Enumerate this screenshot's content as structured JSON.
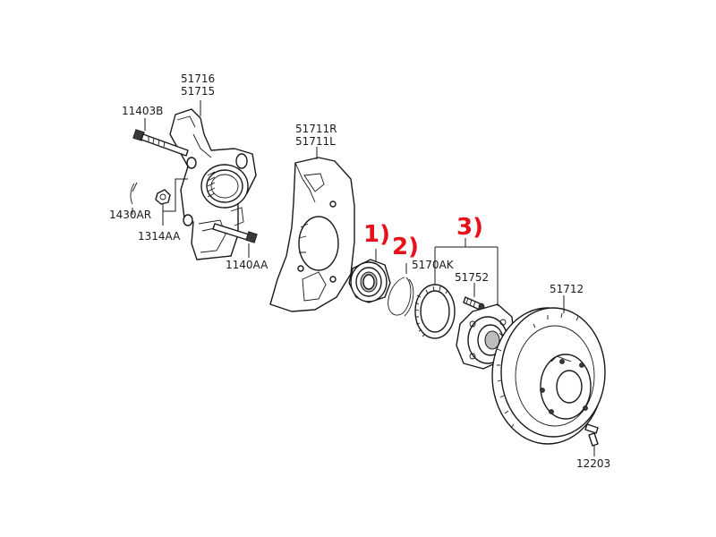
{
  "diagram": {
    "part_numbers": {
      "knuckle_a": "51716",
      "knuckle_b": "51715",
      "bolt_top": "11403B",
      "pin": "1430AR",
      "nut": "1314AA",
      "bolt_side": "1140AA",
      "dust_cover_a": "51711R",
      "dust_cover_b": "51711L",
      "hub_ring": "5170AK",
      "hub_bolt": "51752",
      "disc": "51712",
      "disc_screw": "12203"
    },
    "callouts": {
      "bearing": "1)",
      "snap_ring": "2)",
      "hub_assembly": "3)"
    },
    "colors": {
      "callout": "#e8101a",
      "line": "#1a1a1a"
    }
  }
}
